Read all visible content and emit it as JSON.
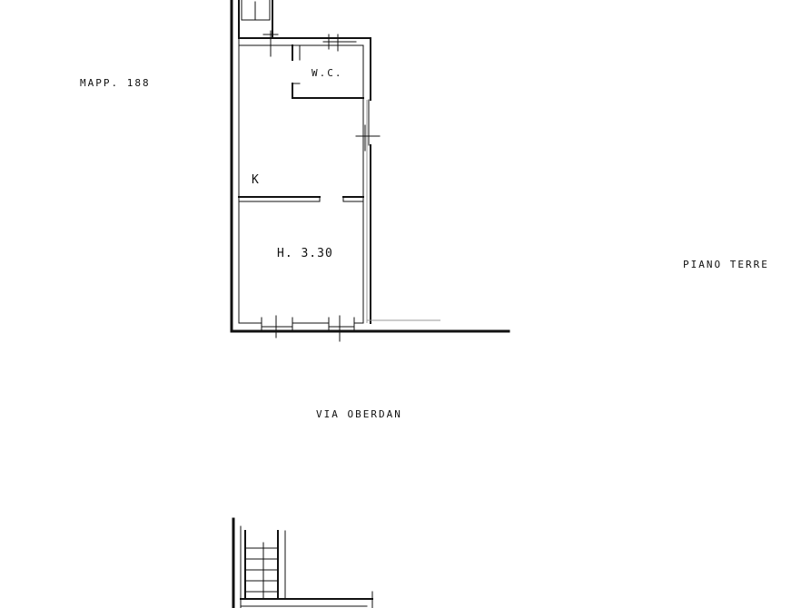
{
  "labels": {
    "mapp": "MAPP. 188",
    "wc": "W.C.",
    "kitchen": "K",
    "height": "H. 3.30",
    "floor": "PIANO TERRE",
    "street": "VIA OBERDAN"
  }
}
